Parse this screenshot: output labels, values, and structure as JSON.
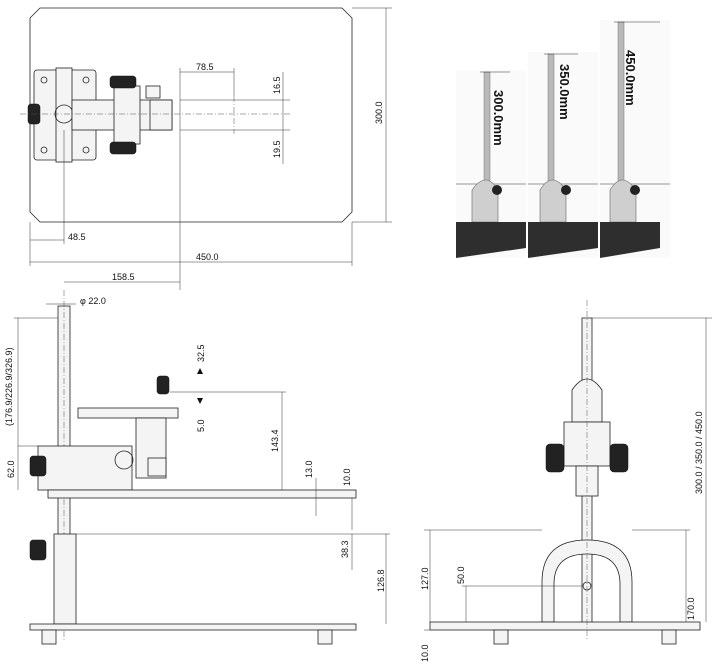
{
  "top_view": {
    "dim_plate_width": "450.0",
    "dim_plate_depth": "300.0",
    "dim_pillar_offset": "48.5",
    "dim_stage_offset": "78.5",
    "dim_stage_y1": "16.5",
    "dim_stage_y2": "19.5"
  },
  "side_view": {
    "dim_arm_reach": "158.5",
    "dim_pillar_dia": "φ 22.0",
    "dim_heights": "(176.9/226.9/326.9)",
    "dim_holder": "62.0",
    "dim_up": "32.5",
    "dim_down": "5.0",
    "dim_stage_height": "143.4",
    "dim_arm_thk": "13.0",
    "dim_arm_thk2": "10.0",
    "dim_lower": "38.3",
    "dim_base_height": "126.8"
  },
  "front_view": {
    "dim_pillar_options": "300.0 / 350.0 / 450.0",
    "dim_base_height": "127.0",
    "dim_arc_center": "50.0",
    "dim_arc_height": "170.0",
    "dim_plate_thk": "10.0"
  },
  "photos": {
    "labels": [
      "300.0mm",
      "350.0mm",
      "450.0mm"
    ]
  }
}
